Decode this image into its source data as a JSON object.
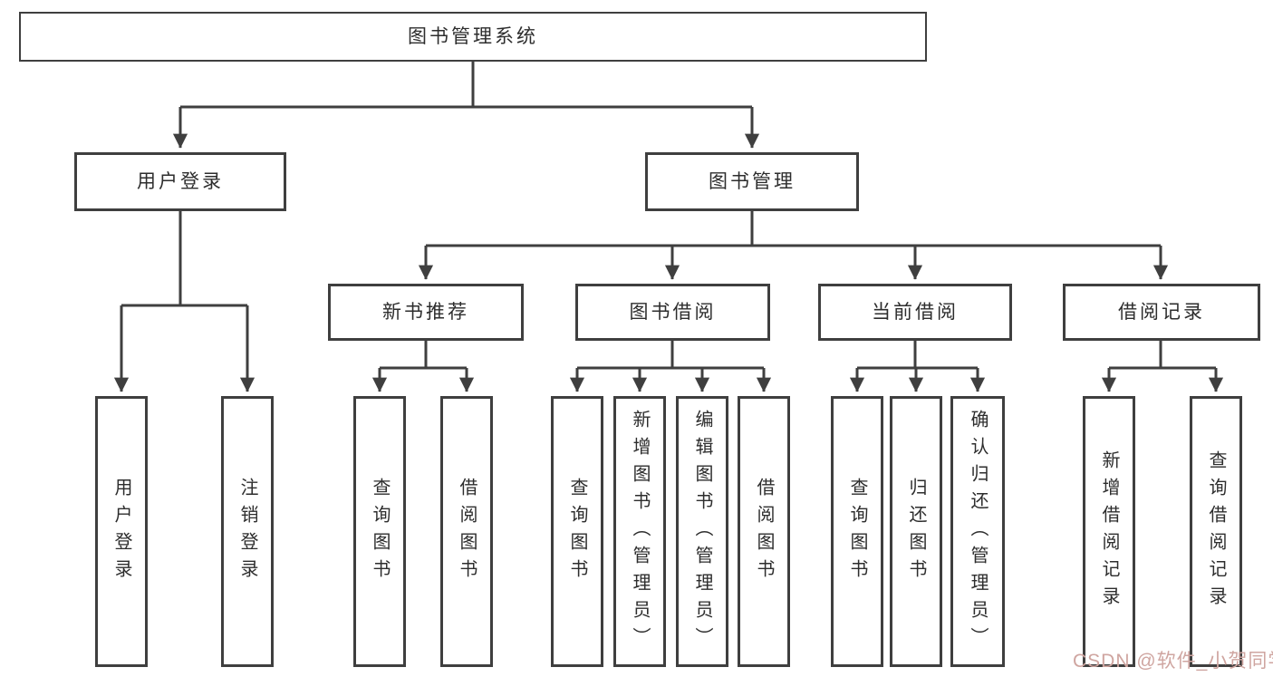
{
  "tree": {
    "root": {
      "label": "图书管理系统"
    },
    "branches": [
      {
        "label": "用户登录",
        "children": [
          {
            "label": "用户登录"
          },
          {
            "label": "注销登录"
          }
        ]
      },
      {
        "label": "图书管理",
        "children": [
          {
            "label": "新书推荐",
            "children": [
              {
                "label": "查询图书"
              },
              {
                "label": "借阅图书"
              }
            ]
          },
          {
            "label": "图书借阅",
            "children": [
              {
                "label": "查询图书"
              },
              {
                "label": "新增图书（管理员）"
              },
              {
                "label": "编辑图书（管理员）"
              },
              {
                "label": "借阅图书"
              }
            ]
          },
          {
            "label": "当前借阅",
            "children": [
              {
                "label": "查询图书"
              },
              {
                "label": "归还图书"
              },
              {
                "label": "确认归还（管理员）"
              }
            ]
          },
          {
            "label": "借阅记录",
            "children": [
              {
                "label": "新增借阅记录"
              },
              {
                "label": "查询借阅记录"
              }
            ]
          }
        ]
      }
    ]
  },
  "watermark": {
    "text": "CSDN @软件_小贺同学"
  },
  "colors": {
    "line": "#3f3f3f",
    "text": "#2d2d2d",
    "background": "#ffffff",
    "watermark": "#cfa5a0"
  }
}
